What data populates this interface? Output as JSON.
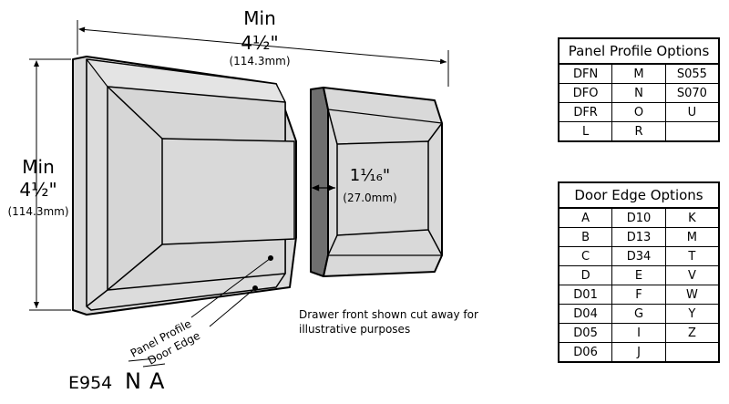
{
  "dimensions": {
    "width_label": "Min",
    "width_value": "4½\"",
    "width_metric": "(114.3mm)",
    "height_label": "Min",
    "height_value": "4½\"",
    "height_metric": "(114.3mm)",
    "thickness_value": "1¹⁄₁₆\"",
    "thickness_metric": "(27.0mm)"
  },
  "callouts": {
    "panel_profile": "Panel Profile",
    "door_edge": "Door Edge",
    "cutaway_note_line1": "Drawer front shown cut away for",
    "cutaway_note_line2": "illustrative purposes"
  },
  "part_number": {
    "prefix": "E954",
    "profile_code": "N",
    "edge_code": "A"
  },
  "panel_profile_options": {
    "title": "Panel Profile Options",
    "rows": [
      [
        "DFN",
        "M",
        "S055"
      ],
      [
        "DFO",
        "N",
        "S070"
      ],
      [
        "DFR",
        "O",
        "U"
      ],
      [
        "L",
        "R",
        ""
      ]
    ]
  },
  "door_edge_options": {
    "title": "Door Edge Options",
    "rows": [
      [
        "A",
        "D10",
        "K"
      ],
      [
        "B",
        "D13",
        "M"
      ],
      [
        "C",
        "D34",
        "T"
      ],
      [
        "D",
        "E",
        "V"
      ],
      [
        "D01",
        "F",
        "W"
      ],
      [
        "D04",
        "G",
        "Y"
      ],
      [
        "D05",
        "I",
        "Z"
      ],
      [
        "D06",
        "J",
        ""
      ]
    ]
  },
  "colors": {
    "face": "#d9d9d9",
    "edge_dark": "#6f6f6f",
    "outline": "#000000"
  }
}
